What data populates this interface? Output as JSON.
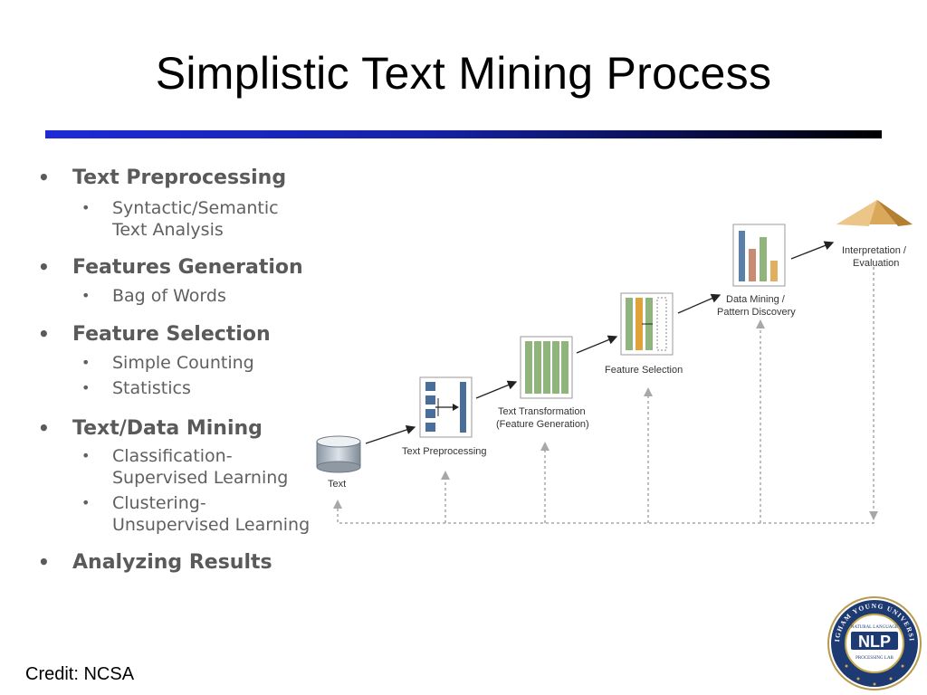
{
  "slide": {
    "title": "Simplistic Text Mining Process",
    "credit": "Credit: NCSA"
  },
  "bullets": [
    {
      "label": "Text Preprocessing",
      "subitems": [
        {
          "lines": [
            "Syntactic/Semantic",
            "Text Analysis"
          ]
        }
      ]
    },
    {
      "label": "Features Generation",
      "subitems": [
        {
          "lines": [
            "Bag of Words"
          ]
        }
      ]
    },
    {
      "label": "Feature Selection",
      "subitems": [
        {
          "lines": [
            "Simple Counting"
          ]
        },
        {
          "lines": [
            "Statistics"
          ]
        }
      ]
    },
    {
      "label": "Text/Data Mining",
      "subitems": [
        {
          "lines": [
            "Classification-",
            "Supervised Learning"
          ]
        },
        {
          "lines": [
            "Clustering-",
            "Unsupervised Learning"
          ]
        }
      ]
    },
    {
      "label": "Analyzing Results",
      "subitems": []
    }
  ],
  "diagram": {
    "stages": {
      "text": "Text",
      "preprocessing": "Text Preprocessing",
      "transformation_line1": "Text Transformation",
      "transformation_line2": "(Feature Generation)",
      "feature_selection": "Feature Selection",
      "data_mining_line1": "Data Mining /",
      "data_mining_line2": "Pattern Discovery",
      "interpretation_line1": "Interpretation /",
      "interpretation_line2": "Evaluation"
    },
    "colors": {
      "bar_green": "#8fb57d",
      "bar_orange": "#e0a23a",
      "bar_salmon": "#c98c73",
      "bar_blue": "#5a7fa8",
      "pyramid": "#d9a85a",
      "preproc_block": "#4a6e9a"
    }
  },
  "logo": {
    "university": "BRIGHAM YOUNG UNIVERSITY",
    "acronym": "NLP",
    "top_text": "NATURAL LANGUAGE",
    "bottom_text": "PROCESSING LAB"
  }
}
